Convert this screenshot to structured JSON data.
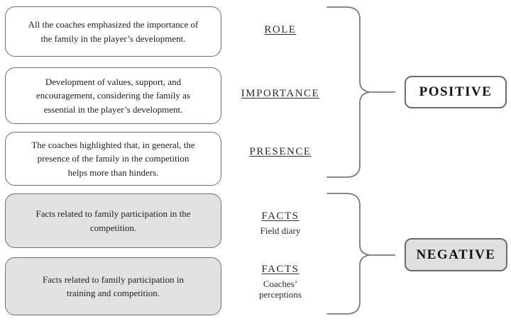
{
  "summary_boxes": [
    {
      "tone": "white",
      "text": "All the coaches emphasized the importance of\nthe family in the player’s development."
    },
    {
      "tone": "white",
      "text": "Development of values, support, and\nencouragement, considering the family as\nessential in the player’s development."
    },
    {
      "tone": "white",
      "text": "The coaches highlighted that, in general, the\npresence of the family in the competition\nhelps more than hinders."
    },
    {
      "tone": "gray",
      "text": "Facts related to family participation in the\ncompetition."
    },
    {
      "tone": "gray",
      "text": "Facts related to family participation in\ntraining and competition."
    }
  ],
  "categories": [
    {
      "title": "ROLE",
      "subtitle": ""
    },
    {
      "title": "IMPORTANCE",
      "subtitle": ""
    },
    {
      "title": "PRESENCE",
      "subtitle": ""
    },
    {
      "title": "FACTS",
      "subtitle": "Field diary"
    },
    {
      "title": "FACTS",
      "subtitle": "Coaches’\nperceptions"
    }
  ],
  "outcomes": [
    {
      "label": "POSITIVE",
      "tone": "white"
    },
    {
      "label": "NEGATIVE",
      "tone": "gray"
    }
  ],
  "colors": {
    "box_border": "#6d6d6d",
    "outcome_border": "#6a6a6a",
    "gray_fill": "#e2e2e2",
    "white_fill": "#ffffff",
    "brace_stroke": "#7a7a7a",
    "text": "#1f1f1f"
  }
}
